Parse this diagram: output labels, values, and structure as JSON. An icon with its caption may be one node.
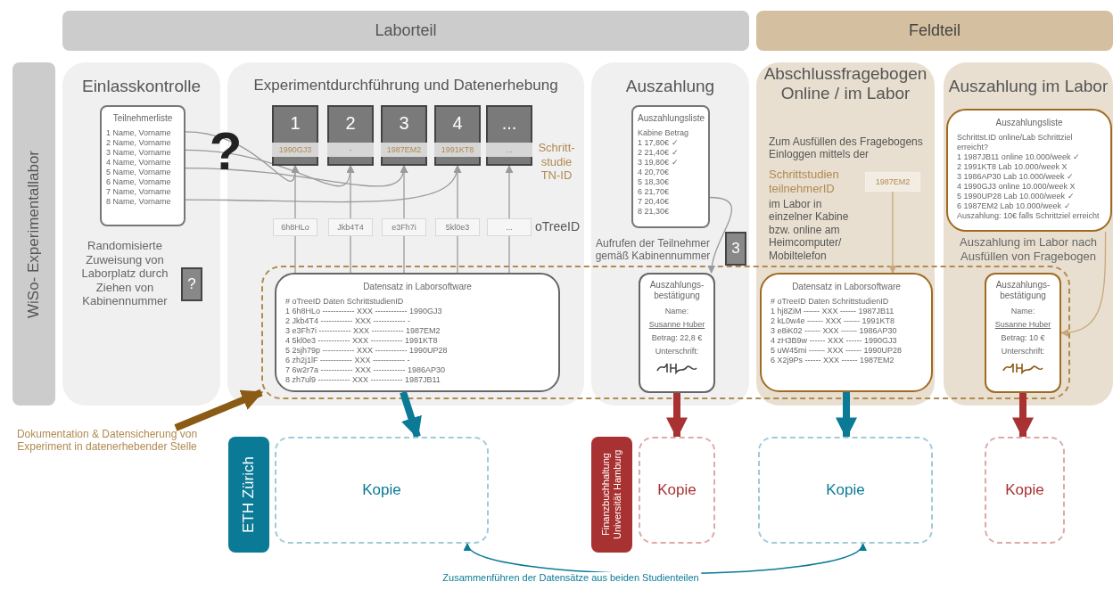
{
  "diagram": {
    "nodes": [
      {
        "text": [
          "Laborteil"
        ]
      },
      {
        "text": [
          "Feldteil"
        ]
      },
      {
        "text": [
          "WiSo- Experimentallabor"
        ]
      },
      {
        "text": [
          "Einlasskontrolle"
        ]
      },
      {
        "text": [
          "Teilnehmerliste",
          "1 Name, Vorname",
          "2 Name, Vorname",
          "3 Name, Vorname",
          "4 Name, Vorname",
          "5 Name, Vorname",
          "6 Name, Vorname",
          "7 Name, Vorname",
          "8 Name, Vorname"
        ],
        "in": 3
      },
      {
        "text": [
          "?"
        ],
        "in": 3,
        "beside": [
          "Randomisierte Zuweisung von Laborplatz durch Ziehen von Kabinennummer"
        ]
      },
      {
        "text": [
          "Experimentdurchführung und Datenerhebung"
        ]
      },
      {
        "text": [
          "1",
          "1990GJ3"
        ],
        "in": 6
      },
      {
        "text": [
          "2",
          "-"
        ],
        "in": 6
      },
      {
        "text": [
          "3",
          "1987EM2"
        ],
        "in": 6
      },
      {
        "text": [
          "4",
          "1991KT8"
        ],
        "in": 6
      },
      {
        "text": [
          "...",
          "..."
        ],
        "in": 6
      },
      {
        "text": [
          "6h8HLo"
        ],
        "in": 6
      },
      {
        "text": [
          "Jkb4T4"
        ],
        "in": 6
      },
      {
        "text": [
          "e3Fh7i"
        ],
        "in": 6
      },
      {
        "text": [
          "5kl0e3"
        ],
        "in": 6
      },
      {
        "text": [
          "..."
        ],
        "in": 6
      },
      {
        "text": [
          "Datensatz in Laborsoftware",
          "# oTreeID Daten SchrittstudienID",
          "1 6h8HLo ------------ XXX ------------ 1990GJ3",
          "2 Jkb4T4 ------------ XXX ------------ -",
          "3 e3Fh7i ------------ XXX ------------ 1987EM2",
          "4 5kl0e3 ------------ XXX ------------ 1991KT8",
          "5 2sjh79p ------------ XXX ------------ 1990UP28",
          "6 zh2j1lF ------------ XXX ------------ -",
          "7 6w2r7a ------------ XXX ------------ 1986AP30",
          "8 zh7ul9 ------------ XXX ------------ 1987JB11"
        ]
      },
      {
        "text": [
          "Auszahlung"
        ]
      },
      {
        "text": [
          "Auszahlungsliste",
          "Kabine Betrag",
          "1 17,80€ ✓",
          "2 21,40€ ✓",
          "3 19,80€ ✓",
          "4 20,70€",
          "5 18,30€",
          "6 21,70€",
          "7 20,40€",
          "8 21,30€"
        ],
        "in": 18
      },
      {
        "text": [
          "3"
        ],
        "in": 18
      },
      {
        "text": [
          "Auszahlungs- bestätigung",
          "Name:",
          "Susanne Huber",
          "Betrag: 22,8 €",
          "Unterschrift:"
        ]
      },
      {
        "text": [
          "Abschlussfragebogen Online / im Labor"
        ]
      },
      {
        "text": [
          "1987EM2"
        ],
        "in": 22
      },
      {
        "text": [
          "Datensatz in Laborsoftware",
          "# oTreeID Daten SchrittstudienID",
          "1 hj8ZiM ------ XXX ------ 1987JB11",
          "2 kL0w4e ------ XXX ------ 1991KT8",
          "3 e8iK02 ------ XXX ------ 1986AP30",
          "4 zH3B9w ------ XXX ------ 1990GJ3",
          "5 uW45mi ------ XXX ------ 1990UP28",
          "6 X2j9Ps ------ XXX ------ 1987EM2"
        ]
      },
      {
        "text": [
          "Auszahlung im Labor"
        ]
      },
      {
        "text": [
          "Auszahlungsliste",
          "Schrittst.ID online/Lab Schrittziel erreicht?",
          "1 1987JB11 online 10.000/week ✓",
          "2 1991KT8 Lab 10.000/week X",
          "3 1986AP30 Lab 10.000/week ✓",
          "4 1990GJ3 online 10.000/week X",
          "5 1990UP28 Lab 10.000/week ✓",
          "6 1987EM2 Lab 10.000/week ✓",
          "Auszahlung: 10€ falls Schrittziel erreicht"
        ],
        "in": 25,
        "beside": [
          "Auszahlung im Labor nach Ausfüllen von Fragebogen"
        ]
      },
      {
        "text": [
          "Auszahlungs- bestätigung",
          "Name:",
          "Susanne Huber",
          "Betrag: 10 €",
          "Unterschrift:"
        ]
      },
      {
        "text": [],
        "shape": "box"
      },
      {
        "text": [
          "Dokumentation & Datensicherung von Experiment in datenerhebender Stelle"
        ]
      },
      {
        "text": [
          "ETH Zürich"
        ]
      },
      {
        "text": [
          "Kopie"
        ]
      },
      {
        "text": [
          "Finanzbuchhaltung Universität Hamburg"
        ]
      },
      {
        "text": [
          "Kopie"
        ]
      },
      {
        "text": [
          "Kopie"
        ]
      },
      {
        "text": [
          "Kopie"
        ]
      }
    ],
    "edges": [
      {
        "from": 4,
        "to": 7,
        "arrow": "to"
      },
      {
        "from": 4,
        "to": 8,
        "arrow": "to"
      },
      {
        "from": 4,
        "to": 9,
        "arrow": "to"
      },
      {
        "from": 4,
        "to": 10,
        "arrow": "to"
      },
      {
        "from": 12,
        "to": 7,
        "arrow": "to"
      },
      {
        "from": 13,
        "to": 8,
        "arrow": "to"
      },
      {
        "from": 14,
        "to": 9,
        "arrow": "to"
      },
      {
        "from": 15,
        "to": 10,
        "arrow": "to"
      },
      {
        "from": 16,
        "to": 11,
        "arrow": "to"
      },
      {
        "from": 17,
        "to": 12,
        "arrow": "none"
      },
      {
        "from": 17,
        "to": 13,
        "arrow": "none"
      },
      {
        "from": 17,
        "to": 14,
        "arrow": "none"
      },
      {
        "from": 17,
        "to": 15,
        "arrow": "none"
      },
      {
        "from": 17,
        "to": 16,
        "arrow": "none"
      },
      {
        "from": 19,
        "to": 21,
        "arrow": "to"
      },
      {
        "from": 23,
        "to": 24,
        "arrow": "to",
        "color": "#c8a87a"
      },
      {
        "from": 26,
        "to": 27,
        "arrow": "to",
        "color": "#c8a87a"
      },
      {
        "from": 29,
        "to": 28,
        "arrow": "to",
        "style": "thick",
        "color": "#8b5a14"
      },
      {
        "from": 17,
        "to": 31,
        "arrow": "to",
        "style": "thick",
        "color": "#0a7a96"
      },
      {
        "from": 21,
        "to": 33,
        "arrow": "to",
        "style": "thick",
        "color": "#a83232"
      },
      {
        "from": 24,
        "to": 34,
        "arrow": "to",
        "style": "thick",
        "color": "#0a7a96"
      },
      {
        "from": 27,
        "to": 35,
        "arrow": "to",
        "style": "thick",
        "color": "#a83232"
      },
      {
        "from": 31,
        "to": 34,
        "arrow": "both",
        "label": "Zusammenführen der Datensätze aus beiden Studienteilen",
        "color": "#0a7a96"
      }
    ],
    "labels": [
      "?",
      "Schritt- studie TN-ID",
      "oTreeID",
      "Zum Ausfüllen des Fragebogens Einloggen mittels der",
      "Schrittstudien teilnehmerID",
      "im Labor in einzelner Kabine bzw. online am Heimcomputer/ Mobiltelefon",
      "Aufrufen der Teilnehmer gemäß Kabinennummer"
    ]
  }
}
